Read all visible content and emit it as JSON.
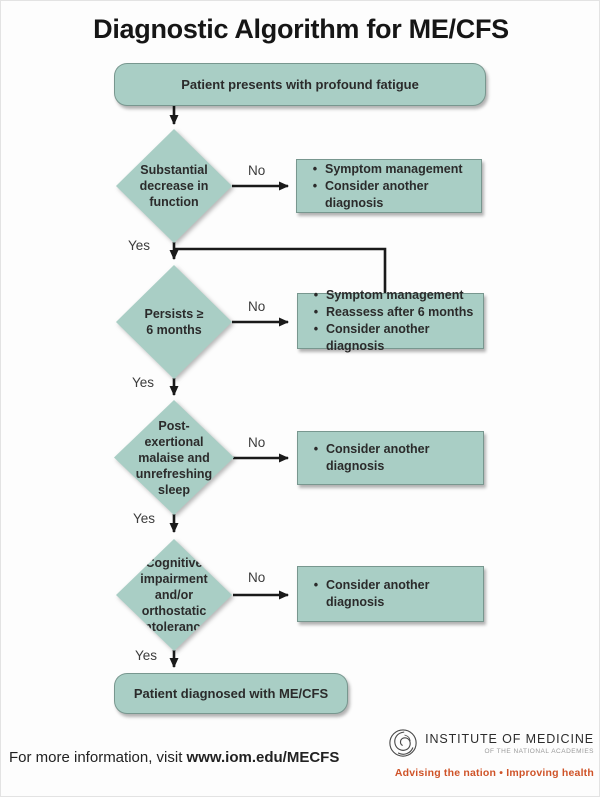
{
  "title": "Diagnostic Algorithm for ME/CFS",
  "flowchart": {
    "bullet": "•",
    "labels": {
      "yes": "Yes",
      "no": "No"
    },
    "start": "Patient presents with profound fatigue",
    "end": "Patient diagnosed with ME/CFS",
    "decisions": [
      {
        "label": "Substantial\ndecrease in\nfunction",
        "no_outcome": [
          "Symptom management",
          "Consider another diagnosis"
        ]
      },
      {
        "label": "Persists ≥\n6 months",
        "no_outcome": [
          "Symptom management",
          "Reassess after 6 months",
          "Consider another diagnosis"
        ]
      },
      {
        "label": "Post-\nexertional\nmalaise and\nunrefreshing\nsleep",
        "no_outcome": [
          "Consider another diagnosis"
        ]
      },
      {
        "label": "Cognitive\nimpairment\nand/or\northostatic\nintolerance",
        "no_outcome": [
          "Consider another diagnosis"
        ]
      }
    ]
  },
  "footer": {
    "info_prefix": "For more information, visit ",
    "info_url": "www.iom.edu/MECFS"
  },
  "logo": {
    "org_name": "INSTITUTE OF MEDICINE",
    "org_subname": "OF THE NATIONAL ACADEMIES",
    "tagline": "Advising the nation • Improving health"
  },
  "colors": {
    "shape_fill": "#a9cec5",
    "connector": "#1a1a1a",
    "tagline_red": "#cf5328",
    "text": "#2b2b2b"
  }
}
